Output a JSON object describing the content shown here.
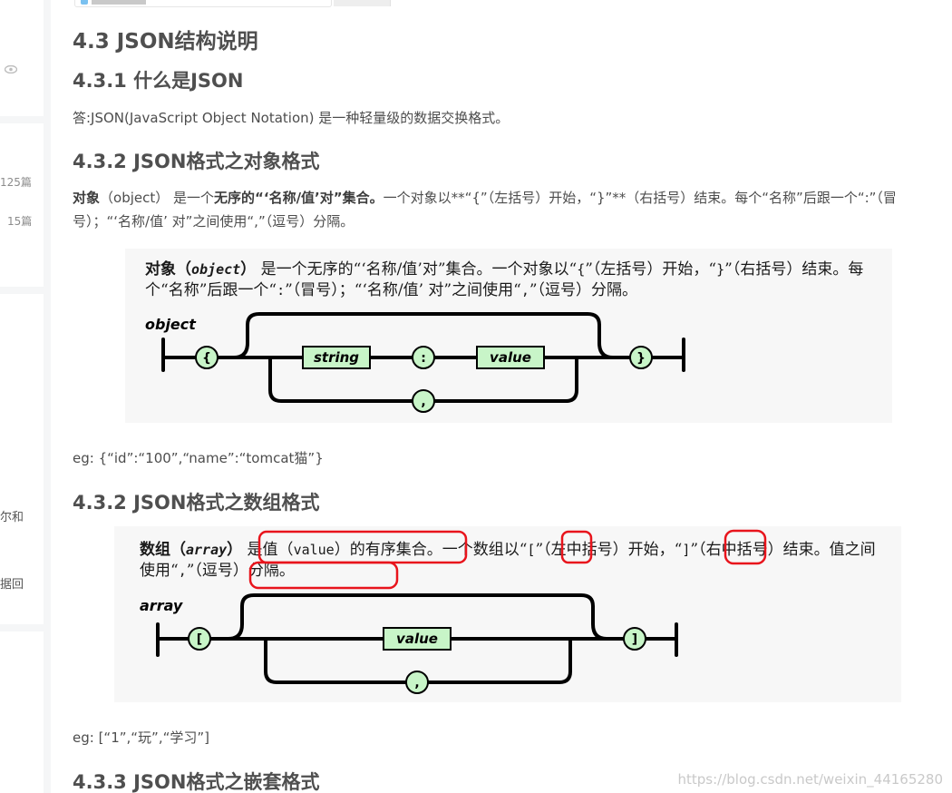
{
  "sidebar": {
    "count_a": "125篇",
    "count_b": "15篇",
    "frag_a": "尔和",
    "frag_b": "据回"
  },
  "article": {
    "h_json": "4.3 JSON结构说明",
    "h_what": "4.3.1 什么是JSON",
    "what_text": "答:JSON(JavaScript Object Notation) 是一种轻量级的数据交换格式。",
    "h_object": "4.3.2 JSON格式之对象格式",
    "object_para": {
      "b1": "对象",
      "t1": "（object） 是一个",
      "b2": "无序的“‘名称/值’对”集合。",
      "t2": "一个对象以**“{”（左括号）开始，“}”**（右括号）结束。每个“名称”后跟一个“:”（冒号）；“‘名称/值’ 对”之间使用“,”（逗号）分隔。"
    },
    "object_fig": {
      "b1": "对象（",
      "b_word": "object",
      "b2": "）",
      "t1": " 是一个无序的“‘名称/值’对”集合。一个对象以“",
      "m1": "{",
      "t2": "”（左括号）开始，“",
      "m2": "}",
      "t3": "”（右括号）结束。每个“名称”后跟一个“",
      "m3": ":",
      "t4": "”（冒号）；“‘名称/值’ 对”之间使用“",
      "m4": ",",
      "t5": "”（逗号）分隔。",
      "diagram_label": "object",
      "open_brace": "{",
      "close_brace": "}",
      "string_box": "string",
      "colon": ":",
      "value_box": "value",
      "comma": ","
    },
    "eg_object": "eg: {“id”:“100”,“name”:“tomcat猫”}",
    "h_array": "4.3.2 JSON格式之数组格式",
    "array_fig": {
      "b1": "数组（",
      "b_word": "array",
      "b2": "）",
      "t1": " 是值（",
      "m1": "value",
      "t2": "）的有序集合。一个数组以“",
      "m2": "[",
      "t3": "”（左中括号）开始，“",
      "m3": "]",
      "t4": "”（右中括号）结束。值之间使用“",
      "m4": ",",
      "t5": "”（逗号）分隔。",
      "diagram_label": "array",
      "open_bracket": "[",
      "close_bracket": "]",
      "value_box": "value",
      "comma": ","
    },
    "eg_array": "eg: [“1”,“玩”,“学习”]",
    "h_nested": "4.3.3 JSON格式之嵌套格式"
  },
  "watermark": "https://blog.csdn.net/weixin_44165280",
  "colors": {
    "green_fill": "#c8f5c8",
    "highlight_red": "#e8141c",
    "figure_bg": "#f7f7f7"
  }
}
